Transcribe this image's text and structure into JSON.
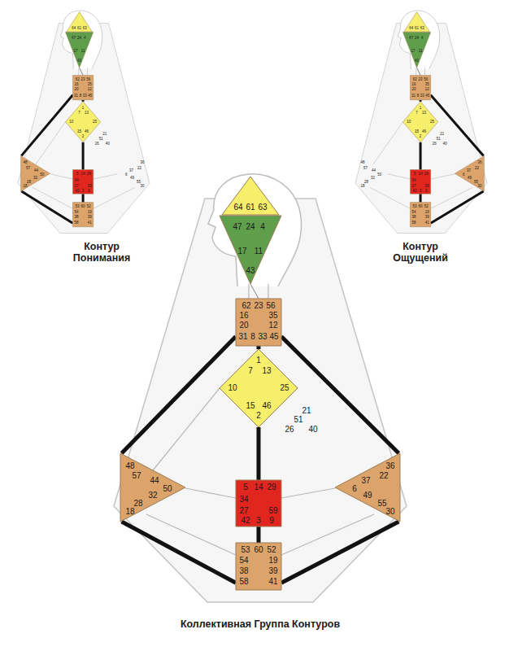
{
  "diagram": {
    "caption": "Коллективная Группа Контуров",
    "nodes": [
      {
        "text": [
          "64",
          "61",
          "63"
        ]
      },
      {
        "text": [
          "47",
          "24",
          "4",
          "17",
          "11",
          "43"
        ]
      },
      {
        "text": [
          "62",
          "23",
          "56",
          "16",
          "35",
          "20",
          "12",
          "31",
          "8",
          "33",
          "45"
        ]
      },
      {
        "text": [
          "1",
          "7",
          "13",
          "10",
          "25",
          "15",
          "46",
          "2"
        ]
      },
      {
        "text": [
          "48",
          "57",
          "44",
          "50",
          "32",
          "28",
          "18"
        ]
      },
      {
        "text": [
          "5",
          "14",
          "29",
          "34",
          "27",
          "59",
          "42",
          "3",
          "9"
        ]
      },
      {
        "text": [
          "53",
          "60",
          "52",
          "54",
          "19",
          "38",
          "39",
          "58",
          "41"
        ]
      },
      {
        "text": [
          "64",
          "61",
          "63"
        ]
      },
      {
        "text": [
          "47",
          "24",
          "4",
          "17",
          "11",
          "43"
        ]
      },
      {
        "text": [
          "62",
          "23",
          "56",
          "16",
          "35",
          "20",
          "12",
          "31",
          "8",
          "33",
          "45"
        ]
      },
      {
        "text": [
          "1",
          "7",
          "13",
          "10",
          "25",
          "15",
          "46",
          "2"
        ]
      },
      {
        "text": [
          "36",
          "22",
          "37",
          "6",
          "49",
          "55",
          "30"
        ]
      },
      {
        "text": [
          "5",
          "14",
          "29",
          "34",
          "27",
          "59",
          "42",
          "3",
          "9"
        ]
      },
      {
        "text": [
          "53",
          "60",
          "52",
          "54",
          "19",
          "38",
          "39",
          "58",
          "41"
        ]
      },
      {
        "text": [
          "64",
          "61",
          "63"
        ]
      },
      {
        "text": [
          "47",
          "24",
          "4",
          "17",
          "11",
          "43"
        ]
      },
      {
        "text": [
          "62",
          "23",
          "56",
          "16",
          "35",
          "20",
          "12",
          "31",
          "8",
          "33",
          "45"
        ]
      },
      {
        "text": [
          "1",
          "7",
          "13",
          "10",
          "25",
          "15",
          "46",
          "2"
        ]
      },
      {
        "text": [
          "48",
          "57",
          "44",
          "50",
          "32",
          "28",
          "18"
        ]
      },
      {
        "text": [
          "36",
          "22",
          "37",
          "6",
          "49",
          "55",
          "30"
        ]
      },
      {
        "text": [
          "5",
          "14",
          "29",
          "34",
          "27",
          "59",
          "42",
          "3",
          "9"
        ]
      },
      {
        "text": [
          "53",
          "60",
          "52",
          "54",
          "19",
          "38",
          "39",
          "58",
          "41"
        ]
      }
    ],
    "edges": [
      {
        "from": 1,
        "to": 2,
        "arrow": "none"
      },
      {
        "from": 2,
        "to": 4,
        "arrow": "none"
      },
      {
        "from": 4,
        "to": 6,
        "arrow": "none"
      },
      {
        "from": 2,
        "to": 3,
        "arrow": "none"
      },
      {
        "from": 3,
        "to": 5,
        "arrow": "none"
      },
      {
        "from": 5,
        "to": 6,
        "arrow": "none"
      },
      {
        "from": 8,
        "to": 9,
        "arrow": "none"
      },
      {
        "from": 9,
        "to": 11,
        "arrow": "none"
      },
      {
        "from": 11,
        "to": 13,
        "arrow": "none"
      },
      {
        "from": 9,
        "to": 10,
        "arrow": "none"
      },
      {
        "from": 10,
        "to": 12,
        "arrow": "none"
      },
      {
        "from": 12,
        "to": 13,
        "arrow": "none"
      },
      {
        "from": 15,
        "to": 16,
        "arrow": "none"
      },
      {
        "from": 16,
        "to": 18,
        "arrow": "none"
      },
      {
        "from": 18,
        "to": 21,
        "arrow": "none"
      },
      {
        "from": 16,
        "to": 19,
        "arrow": "none"
      },
      {
        "from": 19,
        "to": 21,
        "arrow": "none"
      },
      {
        "from": 16,
        "to": 17,
        "arrow": "none"
      },
      {
        "from": 17,
        "to": 20,
        "arrow": "none"
      },
      {
        "from": 20,
        "to": 21,
        "arrow": "none"
      }
    ],
    "labels": [
      "Контур Понимания",
      "Контур Ощущений",
      "36",
      "22",
      "37",
      "6",
      "49",
      "55",
      "30",
      "21",
      "51",
      "26",
      "40",
      "48",
      "57",
      "44",
      "50",
      "32",
      "28",
      "18",
      "21",
      "51",
      "26",
      "40",
      "21",
      "51",
      "26",
      "40"
    ]
  }
}
